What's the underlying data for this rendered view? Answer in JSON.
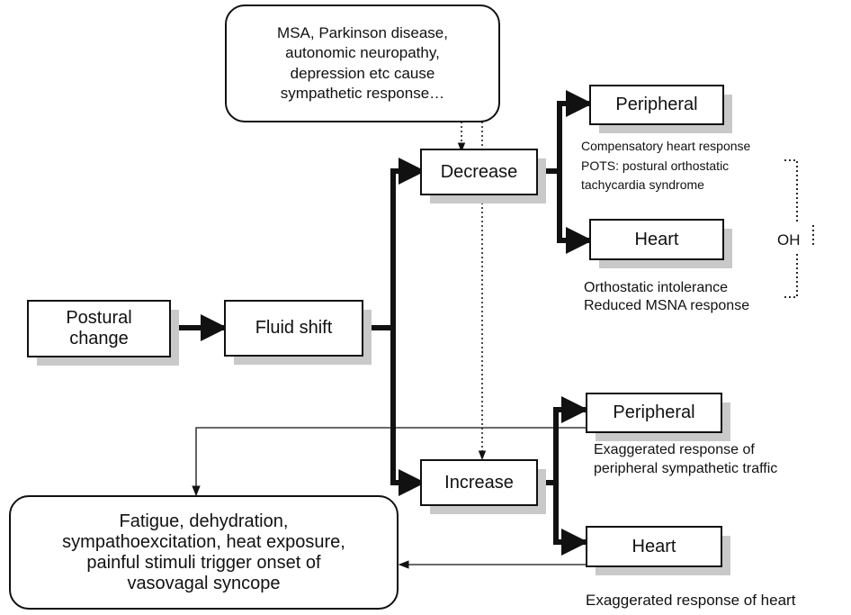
{
  "boxes": {
    "cause": "MSA, Parkinson   disease,\nautonomic neuropathy,\ndepression etc  cause\nsympathetic response…",
    "postural_change": "Postural\nchange",
    "fluid_shift": "Fluid shift",
    "decrease": "Decrease",
    "increase": "Increase",
    "peripheral_top": "Peripheral",
    "heart_top": "Heart",
    "peripheral_bottom": "Peripheral",
    "heart_bottom": "Heart",
    "syncope": "Fatigue, dehydration,\nsympathoexcitation, heat exposure,\npainful stimuli trigger onset of\nvasovagal syncope"
  },
  "labels": {
    "compensatory": "Compensatory heart response\nPOTS: postural orthostatic\ntachycardia syndrome",
    "orthostatic": "Orthostatic intolerance\nReduced MSNA response",
    "oh": "OH",
    "exaggerated_peripheral": "Exaggerated response of\nperipheral sympathetic traffic",
    "exaggerated_heart": "Exaggerated response of heart"
  }
}
